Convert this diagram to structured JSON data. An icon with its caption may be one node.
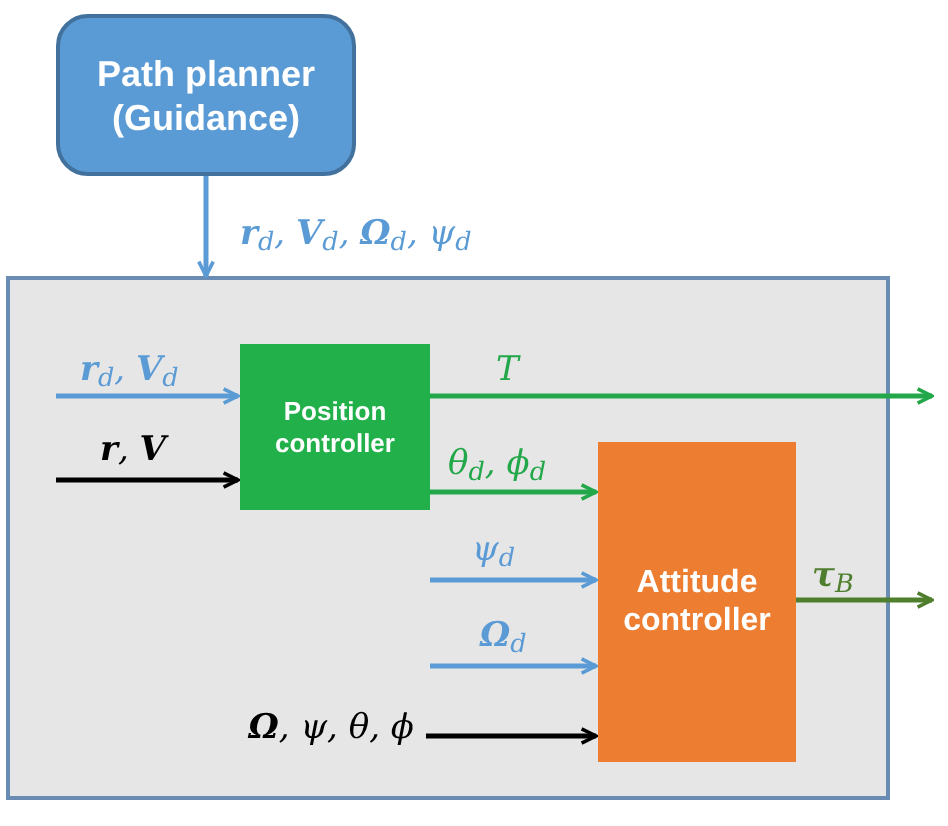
{
  "diagram": {
    "nodes": [
      {
        "text": [
          "Path planner (Guidance)"
        ]
      },
      {
        "text": [],
        "shape": "box"
      },
      {
        "text": [
          "Position controller"
        ],
        "in": 1
      },
      {
        "text": [
          "Attitude controller"
        ],
        "in": 1
      }
    ],
    "edges": [
      {
        "from": 0,
        "to": 1,
        "arrow": "to",
        "label": "**r**$_{d}$, **V**$_{d}$, **Ω**$_{d}$, ψ$_{d}$"
      },
      {
        "from": null,
        "to": 2,
        "arrow": "to",
        "label": "**r**$_{d}$, **V**$_{d}$"
      },
      {
        "from": null,
        "to": 2,
        "arrow": "to",
        "label": "**r**, **V**",
        "color": "#000000"
      },
      {
        "from": 2,
        "to": null,
        "arrow": "to",
        "label": "T",
        "color": "#22a84a"
      },
      {
        "from": 2,
        "to": 3,
        "arrow": "to",
        "label": "θ$_{d}$, ϕ$_{d}$",
        "color": "#22a84a"
      },
      {
        "from": null,
        "to": 3,
        "arrow": "to",
        "label": "ψ$_{d}$"
      },
      {
        "from": null,
        "to": 3,
        "arrow": "to",
        "label": "**Ω**$_{d}$"
      },
      {
        "from": null,
        "to": 3,
        "arrow": "to",
        "label": "**Ω**, ψ, θ, ϕ",
        "color": "#000000"
      },
      {
        "from": 3,
        "to": null,
        "arrow": "to",
        "label": "**τ**$_{B}$",
        "color": "#4f7f2e"
      }
    ]
  }
}
